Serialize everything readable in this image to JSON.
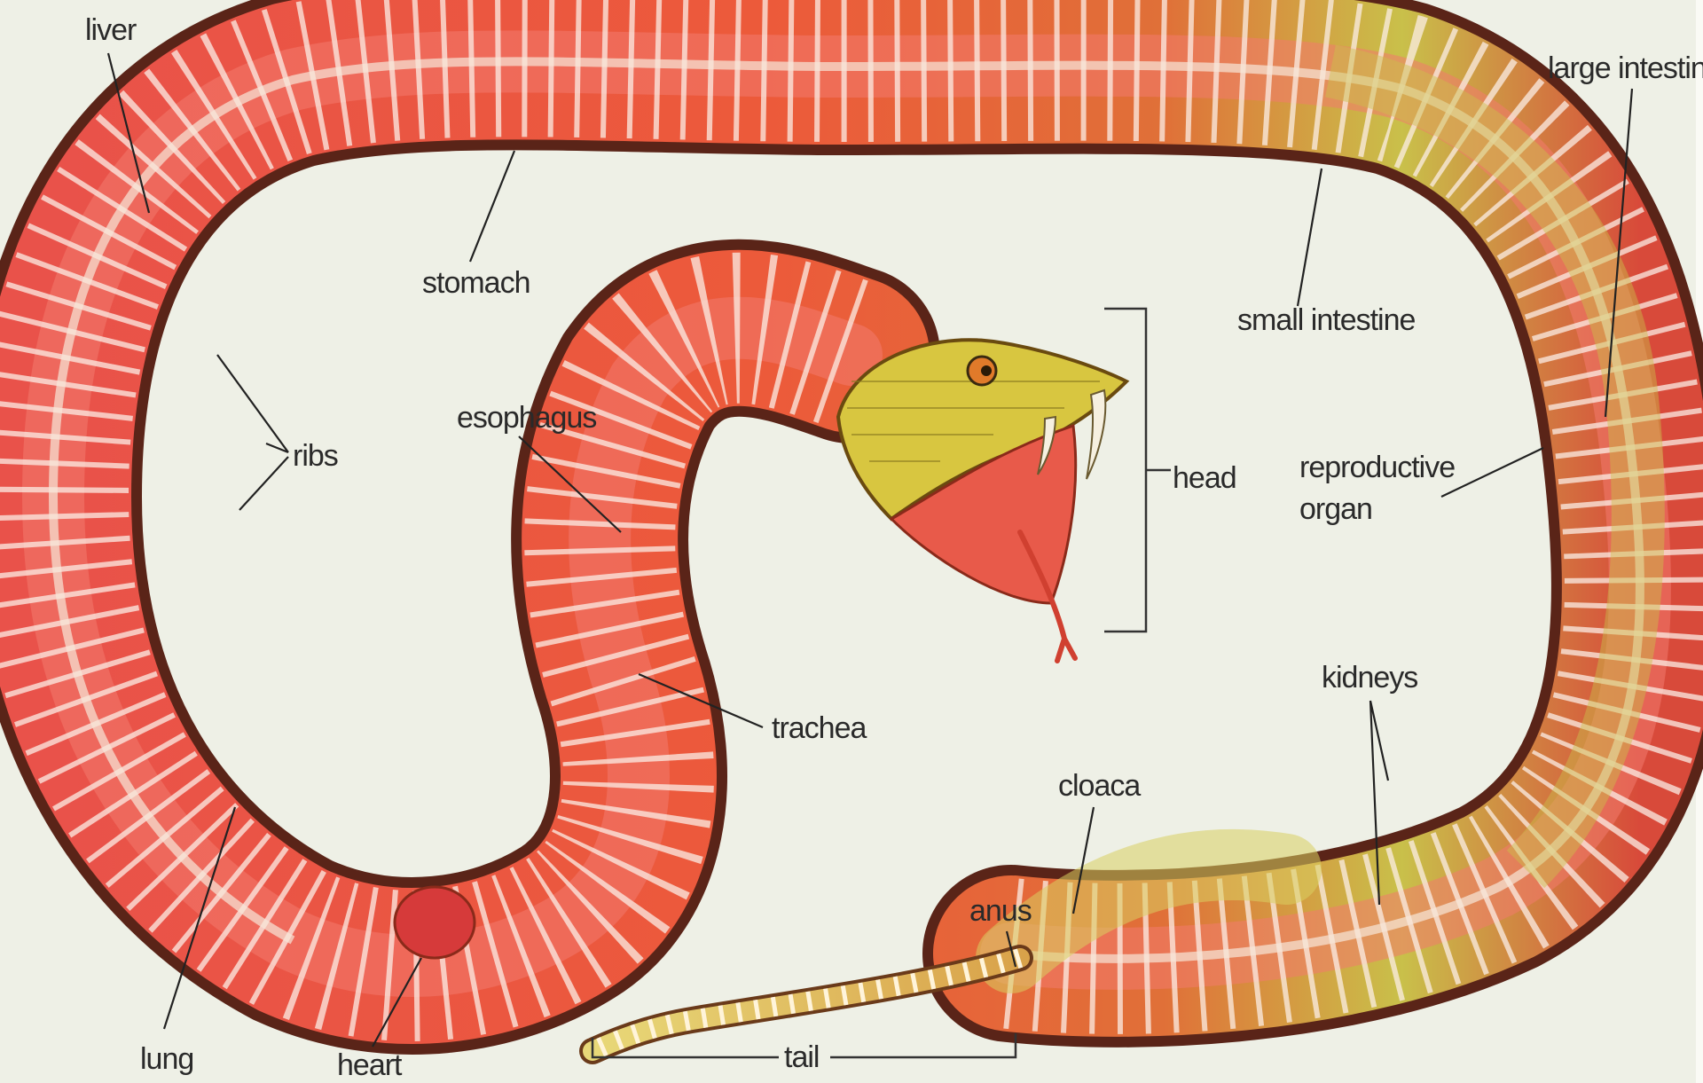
{
  "labels": {
    "liver": "liver",
    "stomach": "stomach",
    "ribs": "ribs",
    "esophagus": "esophagus",
    "head": "head",
    "small_intestine": "small intestine",
    "large_intestine": "large intestine",
    "reproductive_organ_line1": "reproductive",
    "reproductive_organ_line2": "organ",
    "kidneys": "kidneys",
    "trachea": "trachea",
    "cloaca": "cloaca",
    "anus": "anus",
    "lung": "lung",
    "heart": "heart",
    "tail": "tail"
  },
  "colors": {
    "background": "#eef0e6",
    "body_red": "#e8483a",
    "body_pink": "#f07a78",
    "dark_edge": "#5a2418",
    "yellow_green": "#c7c448",
    "rib_white": "#fbeee6",
    "head_yellow": "#d8c640"
  }
}
